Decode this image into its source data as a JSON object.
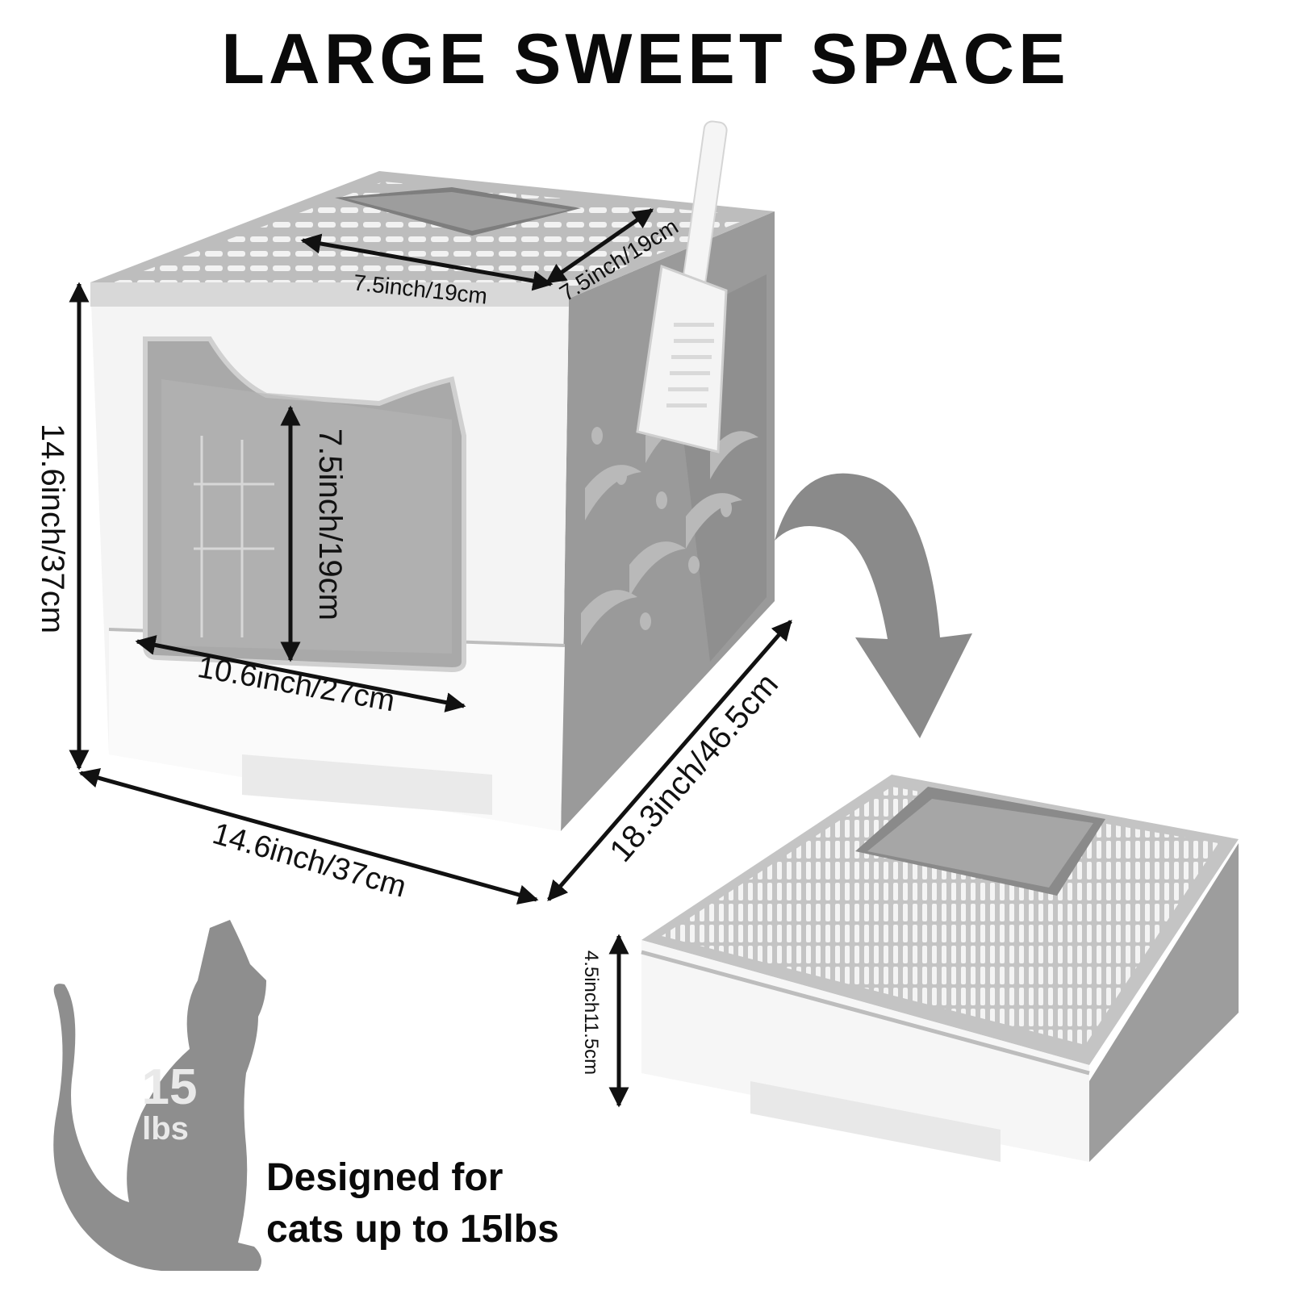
{
  "headline": "LARGE SWEET SPACE",
  "dimensions": {
    "top_opening_width": "7.5inch/19cm",
    "top_opening_depth": "7.5inch/19cm",
    "door_height": "7.5inch/19cm",
    "door_width": "10.6inch/27cm",
    "box_height": "14.6inch/37cm",
    "box_width": "14.6inch/37cm",
    "box_depth": "18.3inch/46.5cm",
    "folded_height": "4.5inch11.5cm"
  },
  "cat_badge": {
    "number": "15",
    "unit": "lbs"
  },
  "caption": {
    "line1": "Designed for",
    "line2": "cats up to 15lbs"
  },
  "colors": {
    "grey": "#8c8c8c",
    "light_grey": "#c9c9c9",
    "white": "#f7f7f7",
    "text": "#111111"
  }
}
